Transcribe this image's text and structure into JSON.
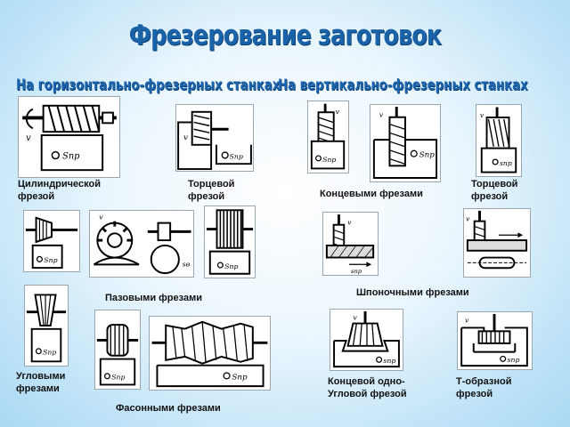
{
  "title": "Фрезерование заготовок",
  "sections": {
    "horizontal": "На горизонтально-фрезерных станках",
    "vertical": "На вертикально-фрезерных станках"
  },
  "labels": {
    "cylindrical": [
      "Цилиндрической",
      "фрезой"
    ],
    "face_h": [
      "Торцевой",
      "фрезой"
    ],
    "end_mills": "Концевыми фрезами",
    "face_v": [
      "Торцевой",
      "фрезой"
    ],
    "keyway": "Шпоночными фрезами",
    "slot": "Пазовыми фрезами",
    "angular": [
      "Угловыми",
      "фрезами"
    ],
    "end_one_angle": [
      "Концевой одно-",
      "Угловой фрезой"
    ],
    "t_slot": [
      "Т-образной",
      "фрезой"
    ],
    "form": "Фасонными фрезами"
  },
  "annotations": {
    "feed": "Sпр",
    "feed_alt": "sпр",
    "speed": "v",
    "vertical_feed": "sв"
  }
}
